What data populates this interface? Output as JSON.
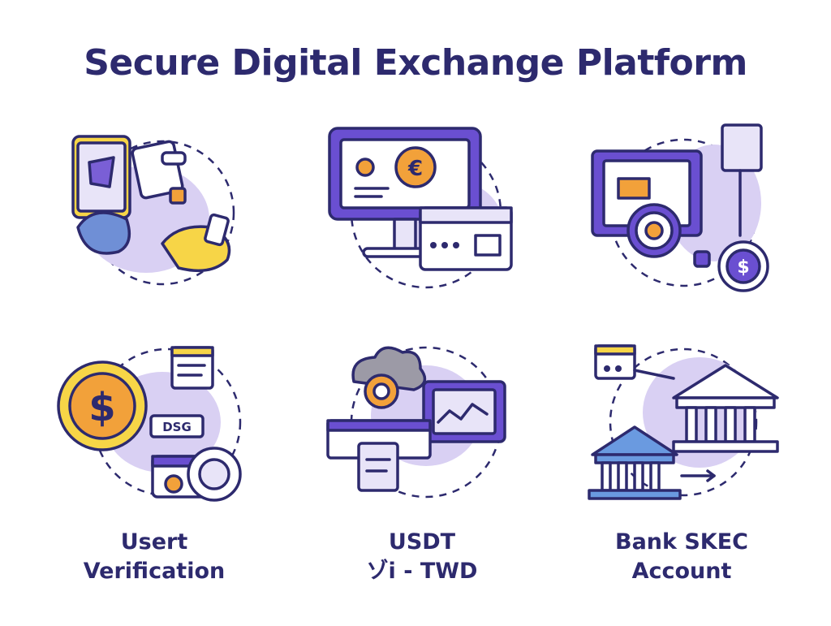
{
  "title": "Secure Digital Exchange Platform",
  "colors": {
    "navy": "#2d2a6e",
    "purple": "#6a4fd1",
    "lavender": "#d9d0f3",
    "orange": "#f2a13a",
    "yellow": "#f7d547"
  },
  "panels": [
    {
      "icon": "identity-document-icon",
      "caption": []
    },
    {
      "icon": "trading-monitor-icon",
      "caption": []
    },
    {
      "icon": "exchange-terminal-icon",
      "caption": []
    },
    {
      "icon": "dollar-coin-icon",
      "caption": [
        "Usert",
        "Verification"
      ],
      "tag": "DSG"
    },
    {
      "icon": "crypto-trading-icon",
      "caption": [
        "USDT",
        "ゾi - TWD"
      ]
    },
    {
      "icon": "bank-building-icon",
      "caption": [
        "Bank SKEC",
        "Account"
      ]
    }
  ]
}
